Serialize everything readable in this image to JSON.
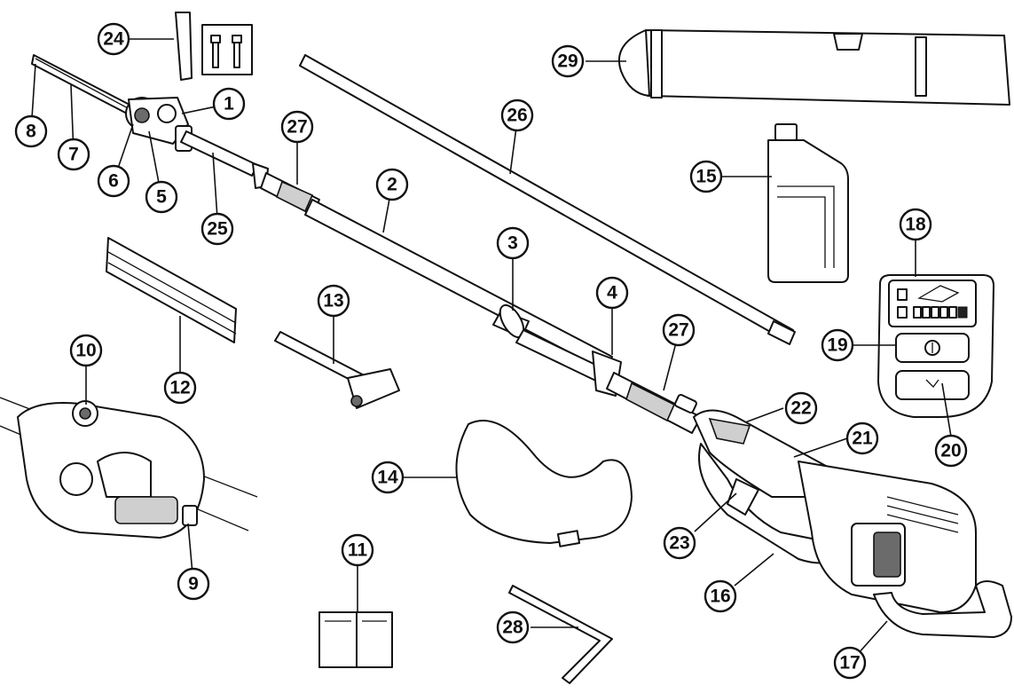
{
  "diagram": {
    "callouts": [
      {
        "id": "c1",
        "label": "1"
      },
      {
        "id": "c2",
        "label": "2"
      },
      {
        "id": "c3",
        "label": "3"
      },
      {
        "id": "c4",
        "label": "4"
      },
      {
        "id": "c5",
        "label": "5"
      },
      {
        "id": "c6",
        "label": "6"
      },
      {
        "id": "c7",
        "label": "7"
      },
      {
        "id": "c8",
        "label": "8"
      },
      {
        "id": "c9",
        "label": "9"
      },
      {
        "id": "c10",
        "label": "10"
      },
      {
        "id": "c11",
        "label": "11"
      },
      {
        "id": "c12",
        "label": "12"
      },
      {
        "id": "c13",
        "label": "13"
      },
      {
        "id": "c14",
        "label": "14"
      },
      {
        "id": "c15",
        "label": "15"
      },
      {
        "id": "c16",
        "label": "16"
      },
      {
        "id": "c17",
        "label": "17"
      },
      {
        "id": "c18",
        "label": "18"
      },
      {
        "id": "c19",
        "label": "19"
      },
      {
        "id": "c20",
        "label": "20"
      },
      {
        "id": "c21",
        "label": "21"
      },
      {
        "id": "c22",
        "label": "22"
      },
      {
        "id": "c23",
        "label": "23"
      },
      {
        "id": "c24",
        "label": "24"
      },
      {
        "id": "c25",
        "label": "25"
      },
      {
        "id": "c26",
        "label": "26"
      },
      {
        "id": "c27a",
        "label": "27"
      },
      {
        "id": "c27b",
        "label": "27"
      },
      {
        "id": "c28",
        "label": "28"
      },
      {
        "id": "c29",
        "label": "29"
      }
    ],
    "colors": {
      "line": "#111111",
      "fill": "#ffffff",
      "shade": "#cfcfcf",
      "dark": "#6b6b6b"
    }
  }
}
